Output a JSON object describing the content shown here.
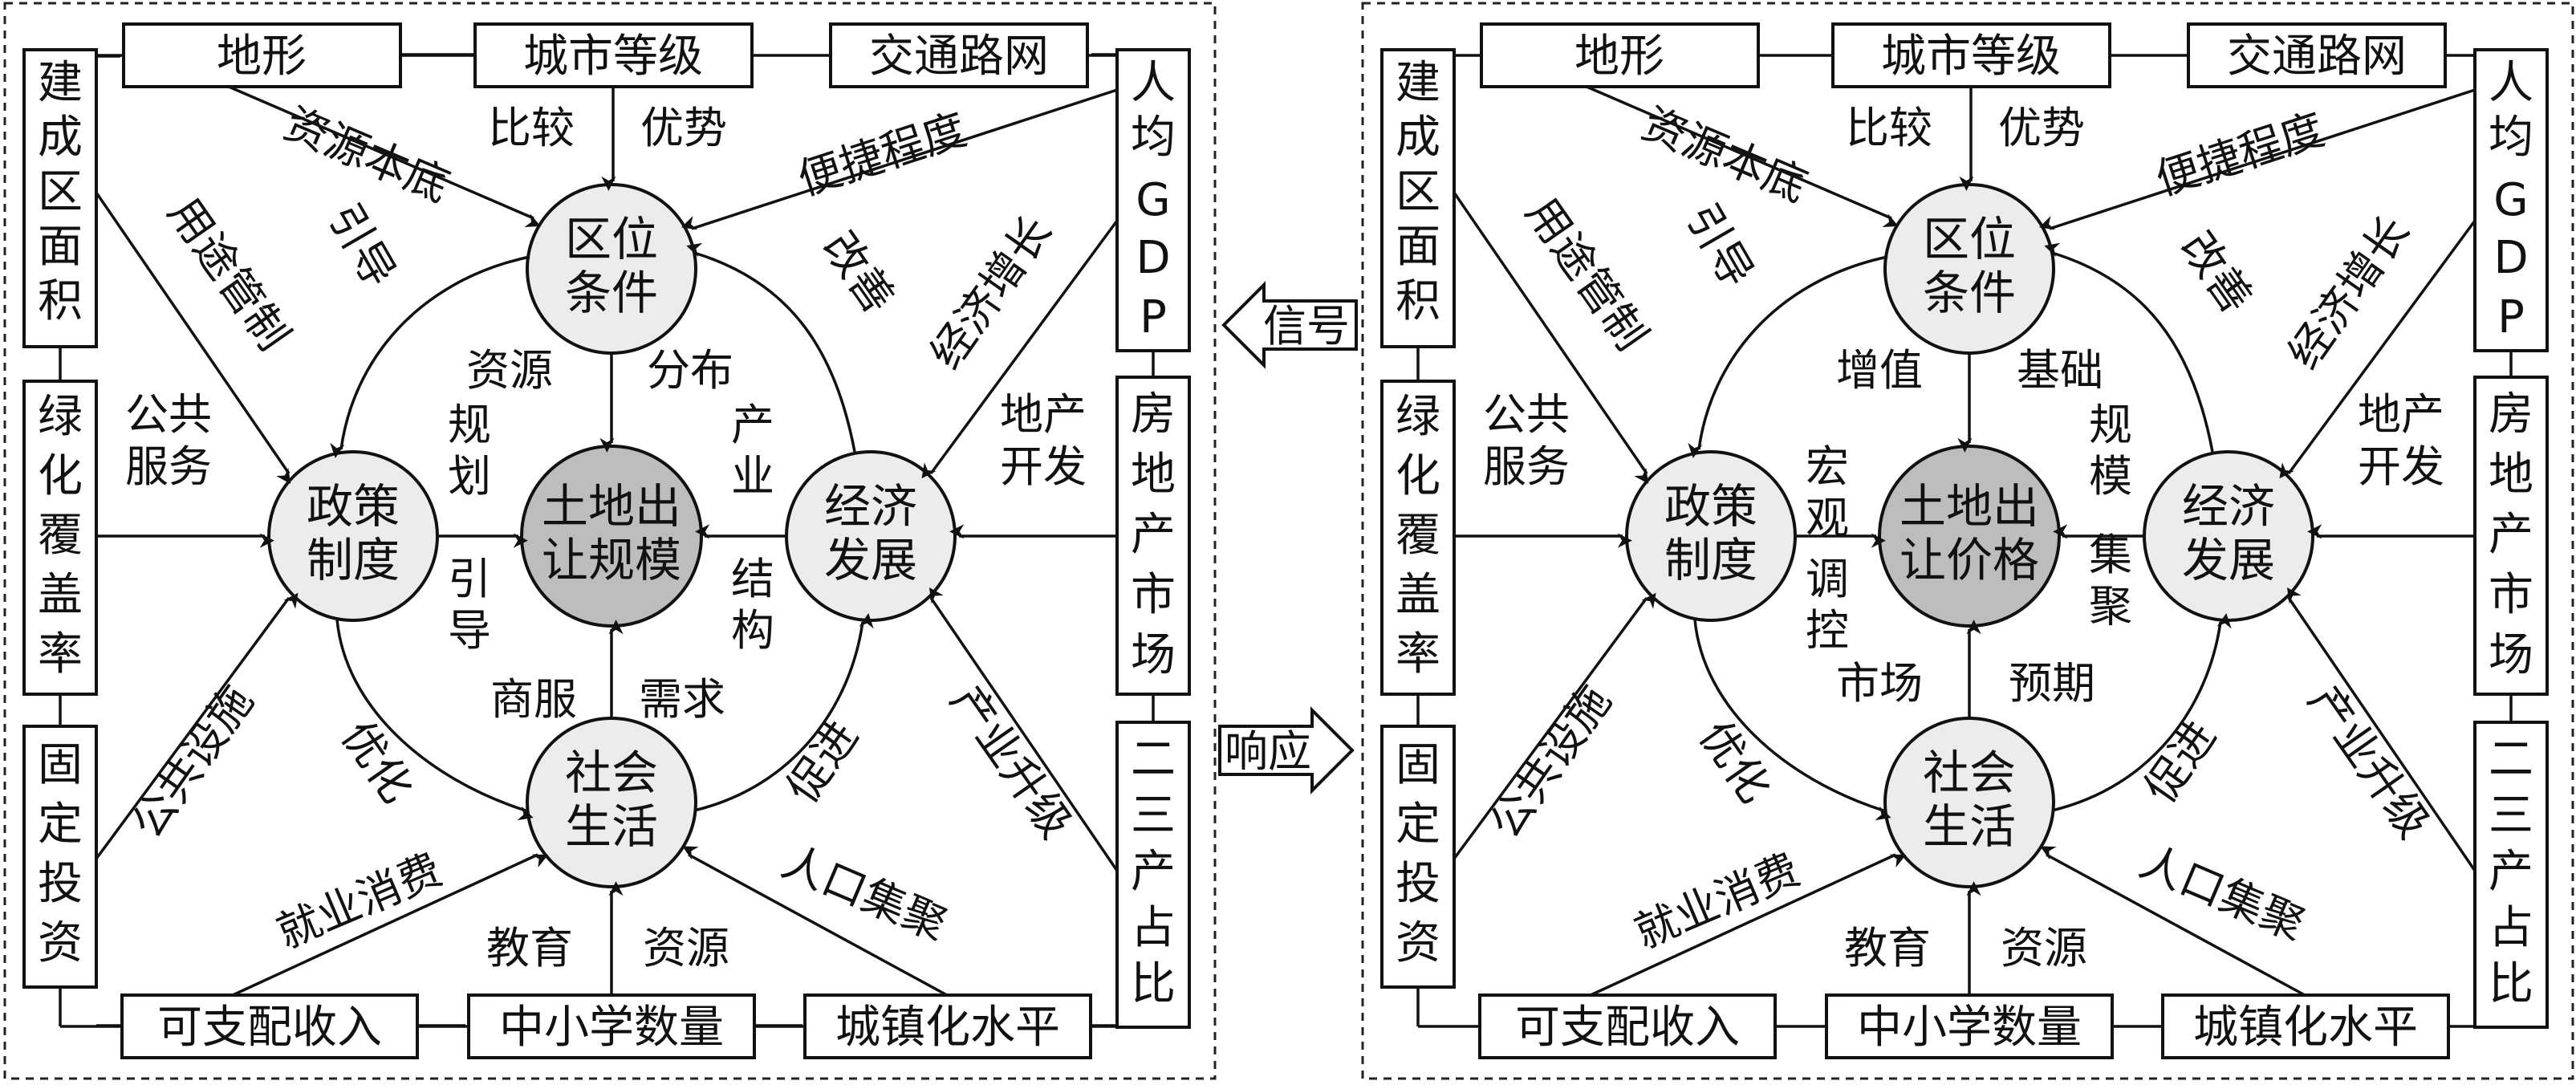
{
  "signal_label": "信号",
  "response_label": "响应",
  "left": {
    "center": [
      "土地出",
      "让规模"
    ],
    "node_location": [
      "区位",
      "条件"
    ],
    "node_policy": [
      "政策",
      "制度"
    ],
    "node_economy": [
      "经济",
      "发展"
    ],
    "node_society": [
      "社会",
      "生活"
    ],
    "box_terrain": "地形",
    "box_city_grade": "城市等级",
    "box_traffic": "交通路网",
    "box_built_area": [
      "建",
      "成",
      "区",
      "面",
      "积"
    ],
    "box_greening": [
      "绿",
      "化",
      "覆",
      "盖",
      "率"
    ],
    "box_fixed_invest": [
      "固",
      "定",
      "投",
      "资"
    ],
    "box_gdp": [
      "人",
      "均",
      "G",
      "D",
      "P"
    ],
    "box_real_estate": [
      "房",
      "地",
      "产",
      "市",
      "场"
    ],
    "box_industry_ratio": [
      "二",
      "三",
      "产",
      "占",
      "比"
    ],
    "box_income": "可支配收入",
    "box_schools": "中小学数量",
    "box_urbanization": "城镇化水平",
    "lbl_resource_base": "资源本底",
    "lbl_compare": "比较",
    "lbl_advantage": "优势",
    "lbl_convenience": "便捷程度",
    "lbl_land_use": "用途管制",
    "lbl_guide_top": "引导",
    "lbl_improve": "改善",
    "lbl_econ_growth": "经济增长",
    "lbl_public_service": [
      "公共",
      "服务"
    ],
    "lbl_realty_dev": [
      "地产",
      "开发"
    ],
    "lbl_public_facility": "公共设施",
    "lbl_optimize": "优化",
    "lbl_promote": "促进",
    "lbl_industry_upgrade": "产业升级",
    "lbl_employment": "就业消费",
    "lbl_education": "教育",
    "lbl_resources": "资源",
    "lbl_pop_cluster": "人口集聚",
    "inner_top_left": "资源",
    "inner_top_right": "分布",
    "inner_left_col": [
      "规",
      "划"
    ],
    "inner_left_col2": [
      "引",
      "导"
    ],
    "inner_right_col": [
      "产",
      "业"
    ],
    "inner_right_col2": [
      "结",
      "构"
    ],
    "inner_bottom_left": "商服",
    "inner_bottom_right": "需求"
  },
  "right": {
    "center": [
      "土地出",
      "让价格"
    ],
    "node_location": [
      "区位",
      "条件"
    ],
    "node_policy": [
      "政策",
      "制度"
    ],
    "node_economy": [
      "经济",
      "发展"
    ],
    "node_society": [
      "社会",
      "生活"
    ],
    "box_terrain": "地形",
    "box_city_grade": "城市等级",
    "box_traffic": "交通路网",
    "box_built_area": [
      "建",
      "成",
      "区",
      "面",
      "积"
    ],
    "box_greening": [
      "绿",
      "化",
      "覆",
      "盖",
      "率"
    ],
    "box_fixed_invest": [
      "固",
      "定",
      "投",
      "资"
    ],
    "box_gdp": [
      "人",
      "均",
      "G",
      "D",
      "P"
    ],
    "box_real_estate": [
      "房",
      "地",
      "产",
      "市",
      "场"
    ],
    "box_industry_ratio": [
      "二",
      "三",
      "产",
      "占",
      "比"
    ],
    "box_income": "可支配收入",
    "box_schools": "中小学数量",
    "box_urbanization": "城镇化水平",
    "lbl_resource_base": "资源本底",
    "lbl_compare": "比较",
    "lbl_advantage": "优势",
    "lbl_convenience": "便捷程度",
    "lbl_land_use": "用途管制",
    "lbl_guide_top": "引导",
    "lbl_improve": "改善",
    "lbl_econ_growth": "经济增长",
    "lbl_public_service": [
      "公共",
      "服务"
    ],
    "lbl_realty_dev": [
      "地产",
      "开发"
    ],
    "lbl_public_facility": "公共设施",
    "lbl_optimize": "优化",
    "lbl_promote": "促进",
    "lbl_industry_upgrade": "产业升级",
    "lbl_employment": "就业消费",
    "lbl_education": "教育",
    "lbl_resources": "资源",
    "lbl_pop_cluster": "人口集聚",
    "inner_top_left": "增值",
    "inner_top_right": "基础",
    "inner_left_col": [
      "宏",
      "观"
    ],
    "inner_left_col2": [
      "调",
      "控"
    ],
    "inner_right_col": [
      "规",
      "模"
    ],
    "inner_right_col2": [
      "集",
      "聚"
    ],
    "inner_bottom_left": "市场",
    "inner_bottom_right": "预期"
  }
}
